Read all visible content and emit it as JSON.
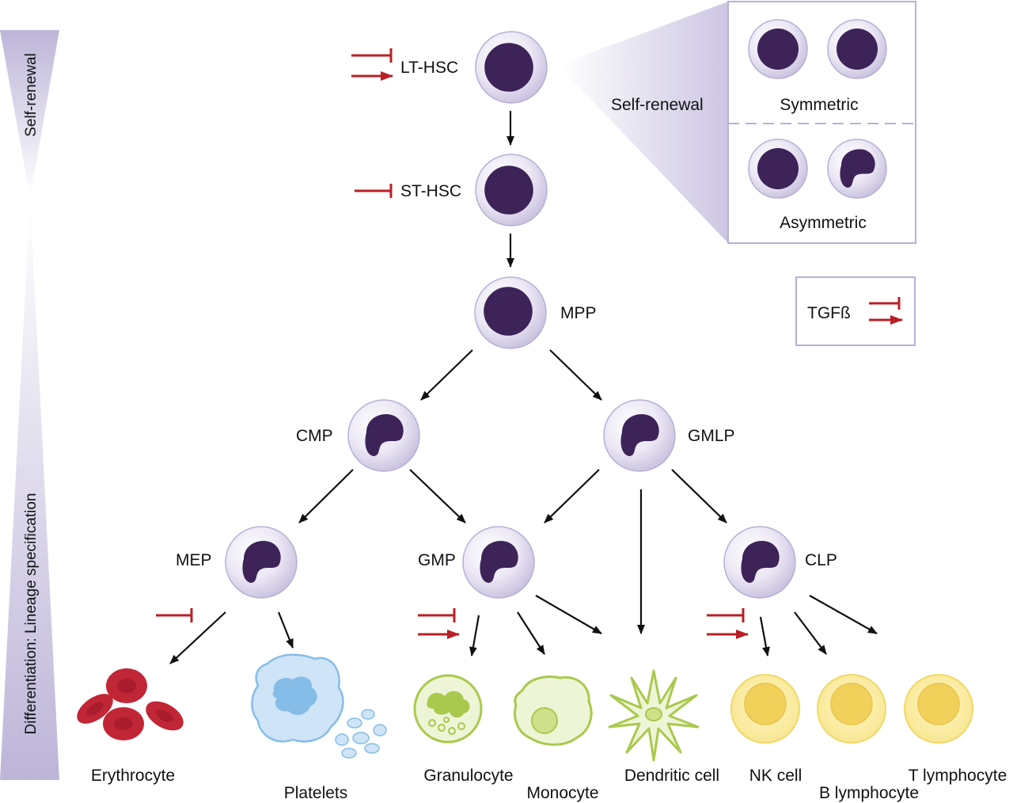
{
  "side_labels": {
    "top": "Self-renewal",
    "bottom": "Differentiation: Lineage specification"
  },
  "inset": {
    "side_label": "Self-renewal",
    "symmetric": "Symmetric",
    "asymmetric": "Asymmetric"
  },
  "legend": {
    "label": "TGFß"
  },
  "nodes": {
    "lt_hsc": "LT-HSC",
    "st_hsc": "ST-HSC",
    "mpp": "MPP",
    "cmp": "CMP",
    "gmlp": "GMLP",
    "mep": "MEP",
    "gmp": "GMP",
    "clp": "CLP"
  },
  "outputs": {
    "erythrocyte": "Erythrocyte",
    "platelets": "Platelets",
    "granulocyte": "Granulocyte",
    "monocyte": "Monocyte",
    "dendritic": "Dendritic cell",
    "nk": "NK cell",
    "b_lymphocyte": "B lymphocyte",
    "t_lymphocyte": "T lymphocyte"
  },
  "colors": {
    "nucleus": "#3d2358",
    "cell_outer": "#cfc8e4",
    "tgf_red": "#b82026",
    "erythrocyte": "#c02636",
    "platelets": "#86bde8",
    "myeloid_green": "#a9c94e",
    "lymphoid_yellow": "#f6e27a"
  }
}
